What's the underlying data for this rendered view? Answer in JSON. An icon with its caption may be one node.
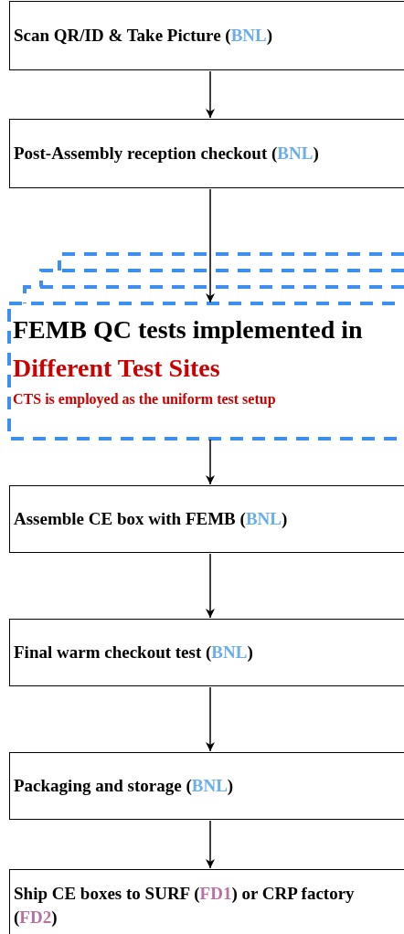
{
  "diagram": {
    "nodes": [
      {
        "text": [
          "Scan QR/ID & Take Picture (BNL)"
        ]
      },
      {
        "text": [
          "Post-Assembly reception checkout (BNL)"
        ]
      },
      {
        "text": [
          "FEMB QC tests implemented in",
          "Different Test Sites",
          "CTS is employed as the uniform test setup"
        ]
      },
      {
        "text": [
          "Assemble CE box with FEMB (BNL)"
        ]
      },
      {
        "text": [
          "Final warm checkout test (BNL)"
        ]
      },
      {
        "text": [
          "Packaging and storage (BNL)"
        ]
      },
      {
        "text": [
          "Ship CE boxes to SURF (FD1) or CRP factory (FD2)"
        ]
      }
    ],
    "edges": [
      {
        "from": 0,
        "to": 1,
        "arrow": "to"
      },
      {
        "from": 1,
        "to": 2,
        "arrow": "to"
      },
      {
        "from": 2,
        "to": 3,
        "arrow": "to"
      },
      {
        "from": 3,
        "to": 4,
        "arrow": "to"
      },
      {
        "from": 4,
        "to": 5,
        "arrow": "to"
      },
      {
        "from": 5,
        "to": 6,
        "arrow": "to"
      }
    ]
  }
}
